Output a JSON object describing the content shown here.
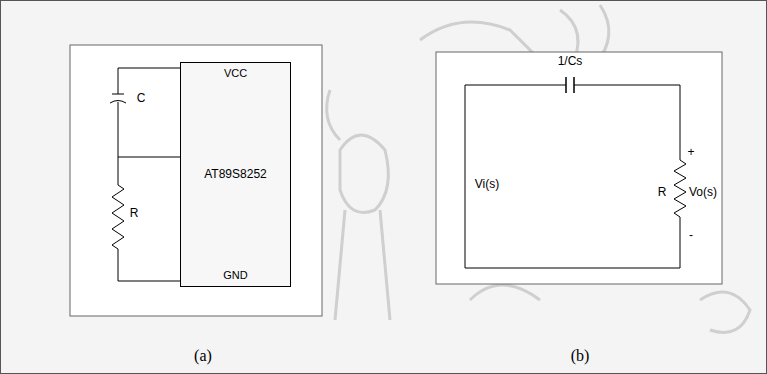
{
  "diagram": {
    "nodes": [
      {
        "text": [
          "VCC",
          "AT89S8252",
          "GND"
        ]
      }
    ],
    "labels": [
      "C",
      "R",
      "1/Cs",
      "Vi(s)",
      "R",
      "Vo(s)",
      "+",
      "-",
      "(a)",
      "(b)"
    ]
  }
}
